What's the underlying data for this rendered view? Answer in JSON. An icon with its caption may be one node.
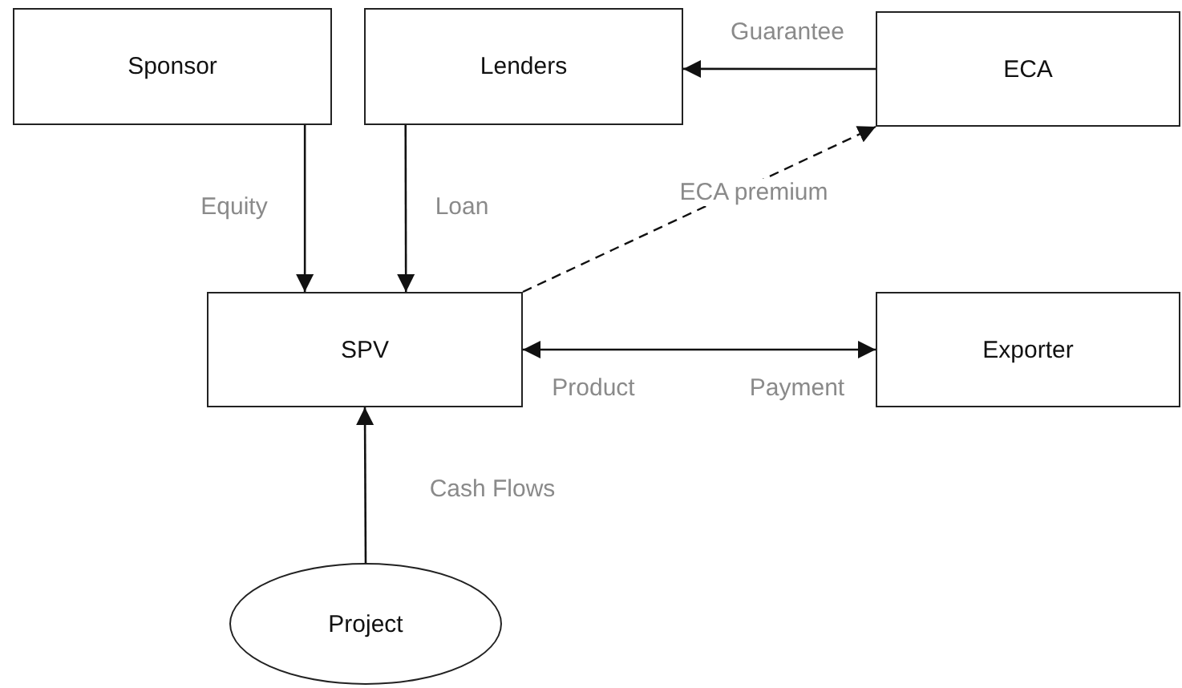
{
  "diagram": {
    "nodes": [
      {
        "text": [
          "Sponsor"
        ]
      },
      {
        "text": [
          "Lenders"
        ]
      },
      {
        "text": [
          "ECA"
        ]
      },
      {
        "text": [
          "SPV"
        ]
      },
      {
        "text": [
          "Exporter"
        ]
      },
      {
        "text": [
          "Project"
        ]
      }
    ],
    "edges": [
      {
        "from": 0,
        "to": 3,
        "arrow": "to",
        "label": "Equity"
      },
      {
        "from": 1,
        "to": 3,
        "arrow": "to",
        "label": "Loan"
      },
      {
        "from": 2,
        "to": 1,
        "arrow": "to",
        "label": "Guarantee"
      },
      {
        "from": 3,
        "to": 2,
        "arrow": "to",
        "label": "ECA premium",
        "style": "dashed"
      },
      {
        "from": 3,
        "to": 4,
        "arrow": "both",
        "label": "Product"
      },
      {
        "from": 5,
        "to": 3,
        "arrow": "to",
        "label": "Cash Flows"
      }
    ],
    "labels": [
      "Payment"
    ]
  }
}
